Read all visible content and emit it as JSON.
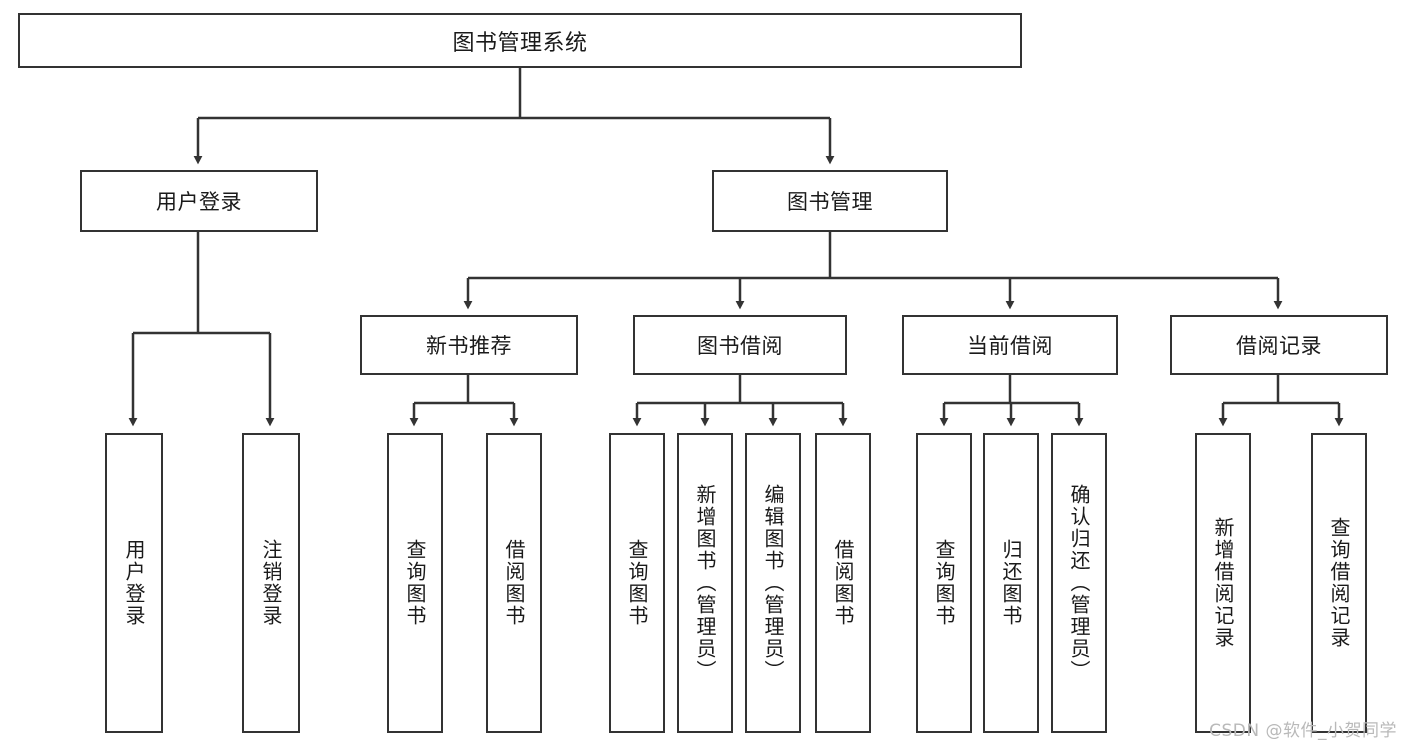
{
  "diagram": {
    "title": "图书管理系统",
    "watermark": "CSDN @软件_小贺同学",
    "stroke_color": "#333333",
    "background_color": "#ffffff",
    "levels": {
      "root": {
        "label": "图书管理系统"
      },
      "level2": [
        {
          "label": "用户登录"
        },
        {
          "label": "图书管理"
        }
      ],
      "level3": [
        {
          "label": "新书推荐"
        },
        {
          "label": "图书借阅"
        },
        {
          "label": "当前借阅"
        },
        {
          "label": "借阅记录"
        }
      ],
      "leaves": {
        "user_login": [
          {
            "label": "用户登录"
          },
          {
            "label": "注销登录"
          }
        ],
        "new_book_recommend": [
          {
            "label": "查询图书"
          },
          {
            "label": "借阅图书"
          }
        ],
        "book_borrow": [
          {
            "label": "查询图书"
          },
          {
            "label": "新增图书（管理员）"
          },
          {
            "label": "编辑图书（管理员）"
          },
          {
            "label": "借阅图书"
          }
        ],
        "current_borrow": [
          {
            "label": "查询图书"
          },
          {
            "label": "归还图书"
          },
          {
            "label": "确认归还（管理员）"
          }
        ],
        "borrow_record": [
          {
            "label": "新增借阅记录"
          },
          {
            "label": "查询借阅记录"
          }
        ]
      }
    }
  }
}
